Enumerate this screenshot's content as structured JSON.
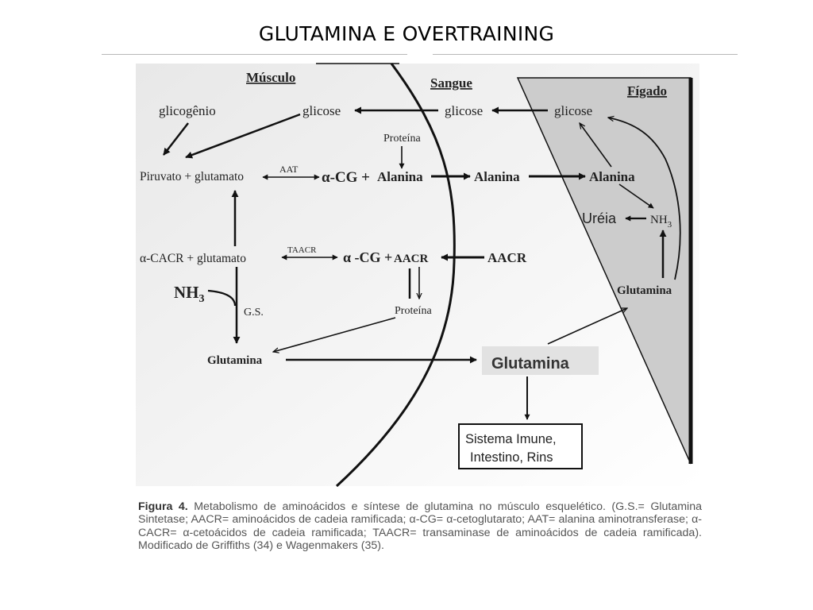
{
  "slide": {
    "title": "GLUTAMINA E OVERTRAINING"
  },
  "regions": {
    "muscle": "Músculo",
    "blood": "Sangue",
    "liver": "Fígado"
  },
  "nodes": {
    "glicogenio": "glicogênio",
    "glicose_musculo": "glicose",
    "glicose_sangue": "glicose",
    "glicose_figado": "glicose",
    "proteina_top": "Proteína",
    "piruvato_glutamato": "Piruvato + glutamato",
    "aat": "AAT",
    "acg_1": "α-CG +",
    "alanina_musculo": "Alanina",
    "alanina_sangue": "Alanina",
    "alanina_figado": "Alanina",
    "ureia": "Uréia",
    "nh3_liver": "NH",
    "nh3_liver_sub": "3",
    "cacr_glutamato": "α-CACR  +  glutamato",
    "taacr": "TAACR",
    "acg_2": "α -CG +",
    "aacr_1": "AACR",
    "aacr_2": "AACR",
    "nh3_muscle": "NH",
    "nh3_muscle_sub": "3",
    "gs": "G.S.",
    "proteina_bottom": "Proteína",
    "glutamina_musculo": "Glutamina",
    "glutamina_sangue": "Glutamina",
    "glutamina_figado": "Glutamina",
    "sistema_line1": "Sistema Imune,",
    "sistema_line2": "Intestino, Rins"
  },
  "caption": {
    "label": "Figura 4.",
    "text": " Metabolismo de aminoácidos e síntese de glutamina no músculo esquelético. (G.S.= Glutamina Sintetase; AACR= aminoácidos de cadeia ramificada; α-CG= α-cetoglutarato; AAT= alanina aminotransferase; α-CACR= α-cetoácidos de cadeia ramificada; TAACR= transaminase de aminoácidos de cadeia ramificada). Modificado de Griffiths (34) e Wagenmakers (35)."
  },
  "colors": {
    "background_gradient_start": "#ececec",
    "liver_fill": "#cccccc",
    "arrow": "#111111"
  }
}
